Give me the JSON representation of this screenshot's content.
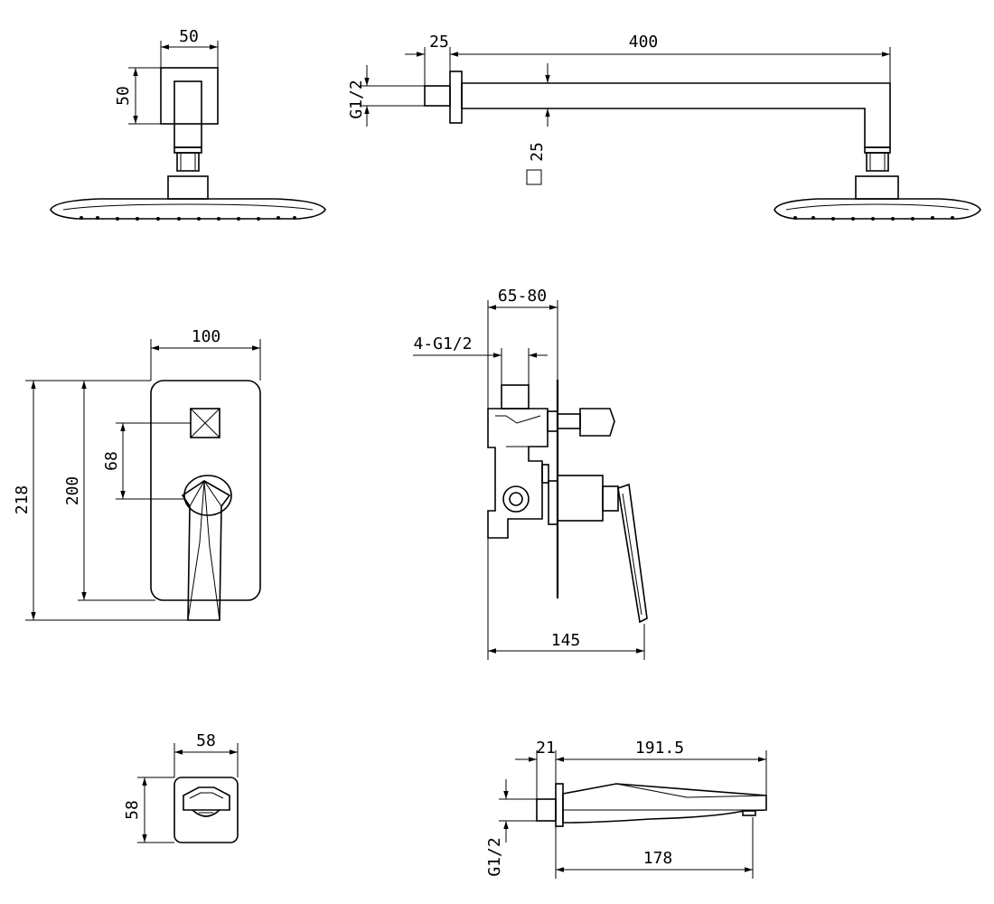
{
  "views": {
    "arm_side": {
      "width": "50",
      "height": "50"
    },
    "arm_front": {
      "pipe_length": "400",
      "flange_depth": "25",
      "thread": "G1/2",
      "tube_section": "25"
    },
    "mixer_front": {
      "width": "100",
      "overall_height": "218",
      "plate_height": "200",
      "centers": "68"
    },
    "mixer_side": {
      "body_depth": "65-80",
      "connections": "4-G1/2",
      "total_depth": "145"
    },
    "escutcheon": {
      "width": "58",
      "height": "58"
    },
    "spout": {
      "flange": "21",
      "length": "191.5",
      "projection": "178",
      "thread": "G1/2"
    }
  },
  "symbols": {
    "square_section": "square-section-symbol"
  },
  "colors": {
    "line": "#000000",
    "background": "#ffffff"
  }
}
